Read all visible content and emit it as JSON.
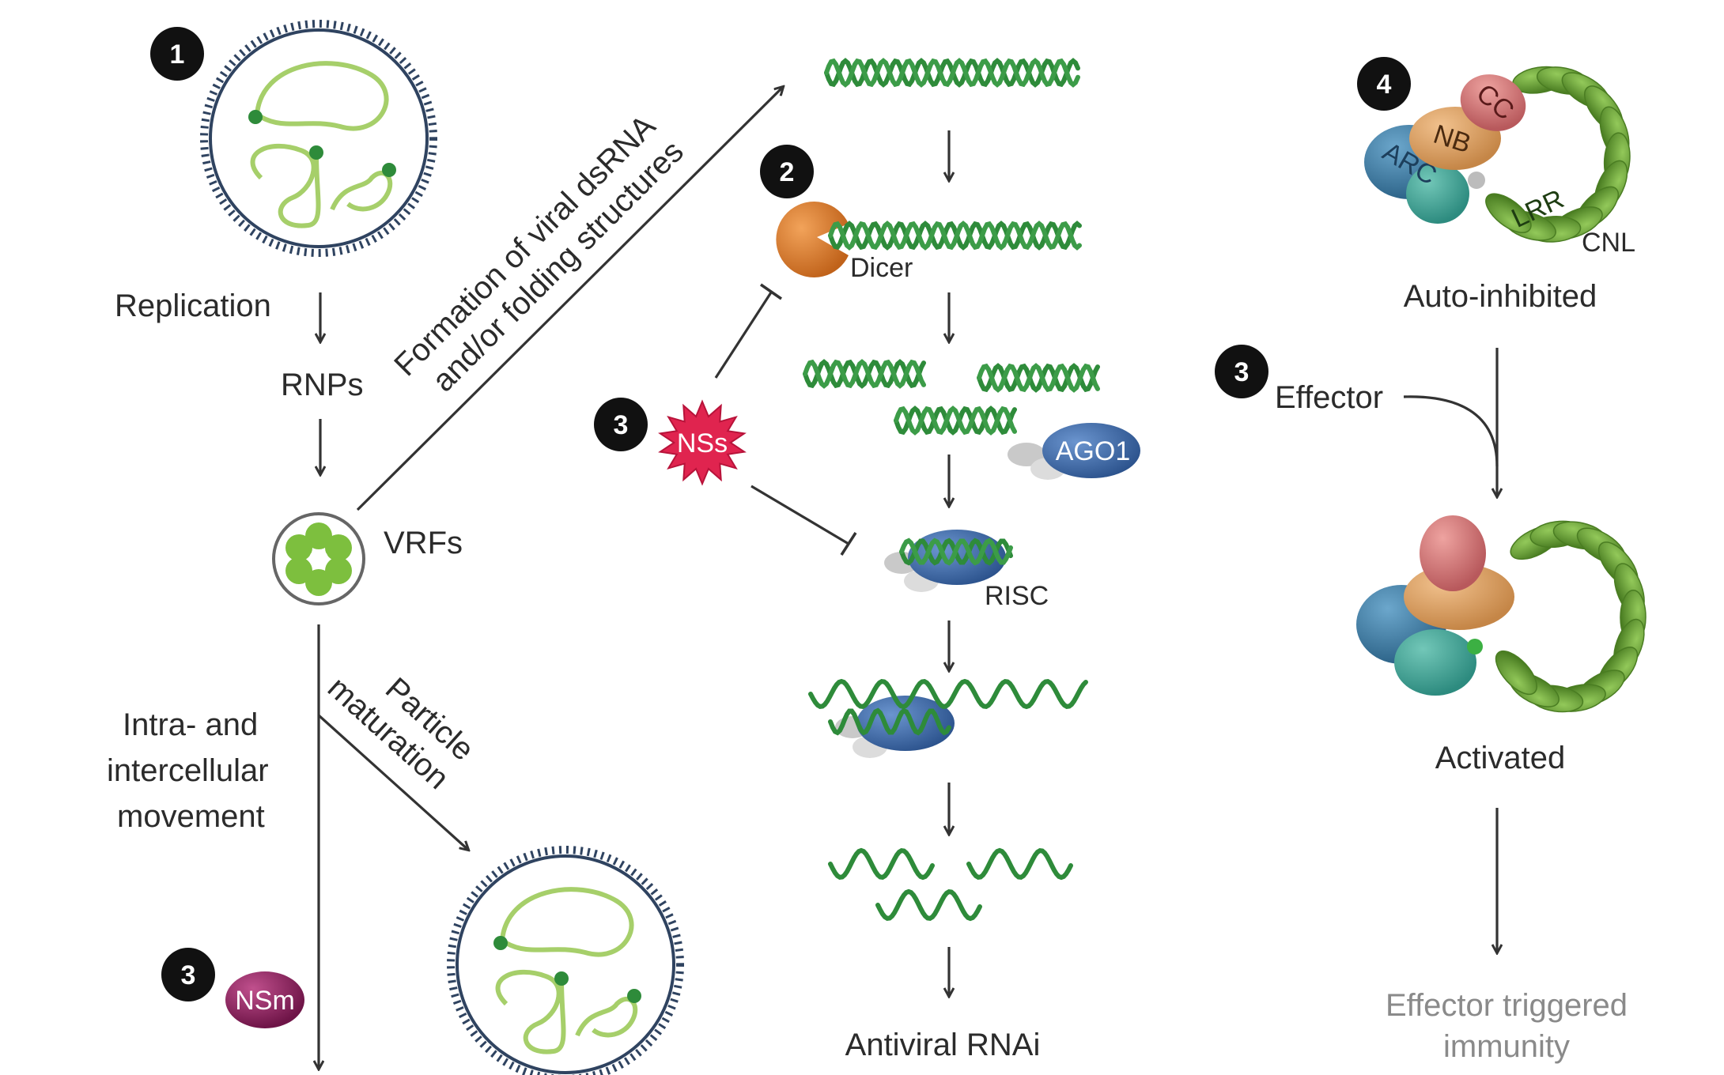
{
  "steps": {
    "s1": "1",
    "s2": "2",
    "s3_nsm": "3",
    "s3_nss": "3",
    "s3_effector": "3",
    "s4": "4"
  },
  "viral_cycle": {
    "replication": "Replication",
    "rnps": "RNPs",
    "vrfs": "VRFs",
    "dsrna_line1": "Formation of viral dsRNA",
    "dsrna_line2": "and/or folding structures",
    "movement_line1": "Intra- and",
    "movement_line2": "intercellular",
    "movement_line3": "movement",
    "maturation_line1": "Particle",
    "maturation_line2": "maturation",
    "nsm": "NSm"
  },
  "rnai": {
    "dicer": "Dicer",
    "nss": "NSs",
    "ago1": "AGO1",
    "risc": "RISC",
    "antiviral": "Antiviral RNAi"
  },
  "cnl": {
    "cc": "CC",
    "nb": "NB",
    "arc": "ARC",
    "lrr": "LRR",
    "cnl_label": "CNL",
    "auto_inhibited": "Auto-inhibited",
    "effector": "Effector",
    "activated": "Activated",
    "eti_line1": "Effector triggered",
    "eti_line2": "immunity"
  },
  "colors": {
    "rna_green": "#2e8b3a",
    "rna_light": "#a6cf6a",
    "dicer_orange": "#d6792b",
    "nss_red": "#e0244f",
    "nsm_purple": "#8e1f5e",
    "ago_blue": "#3f6aa6",
    "cc_pink": "#cf7a7a",
    "nb_tan": "#dca06e",
    "arc_blue": "#3d80a8",
    "teal": "#3fa79a",
    "lrr_green": "#6aa83a"
  }
}
